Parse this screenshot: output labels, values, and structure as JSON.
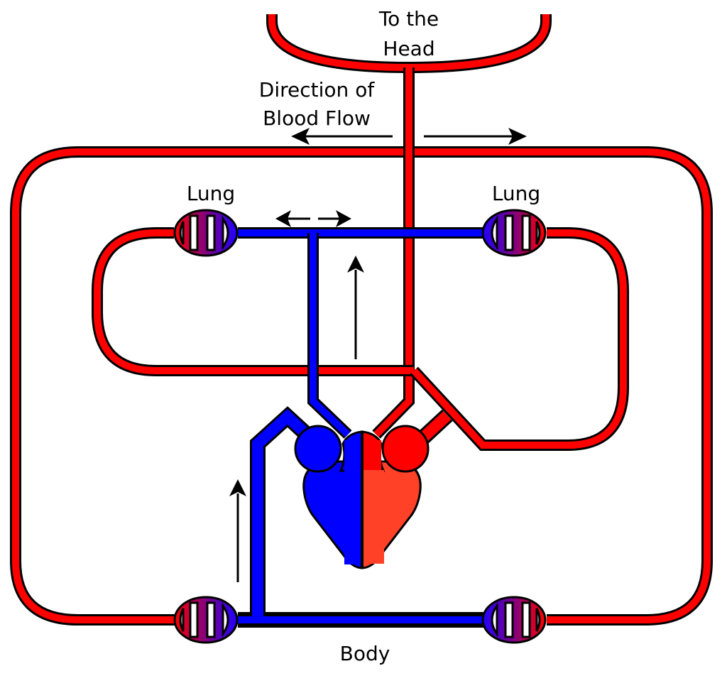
{
  "labels": {
    "head": [
      "To the",
      "Head"
    ],
    "direction": [
      "Direction of",
      "Blood Flow"
    ],
    "lung_left": "Lung",
    "lung_right": "Lung",
    "body": "Body"
  },
  "colors": {
    "oxygenated": "#ff0000",
    "deoxygenated": "#0000ff",
    "ventricle_right_side": "#ff4128",
    "outline": "#000000",
    "capillary_mix": "#800080"
  },
  "components": {
    "heart": "heart",
    "capillary_beds": [
      "lung-left",
      "lung-right",
      "body-left",
      "body-right"
    ]
  }
}
